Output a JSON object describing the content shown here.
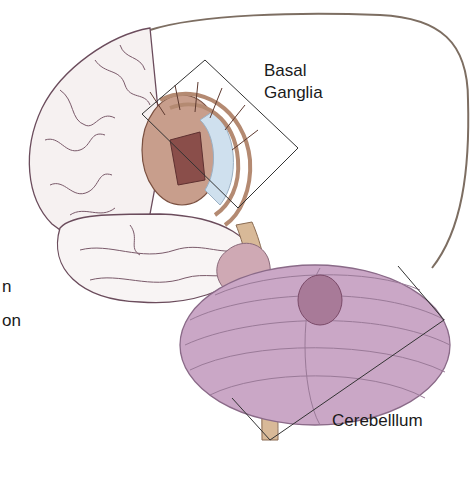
{
  "diagram": {
    "labels": [
      "Basal Ganglia",
      "Cerebelllum",
      "n",
      "on"
    ]
  }
}
